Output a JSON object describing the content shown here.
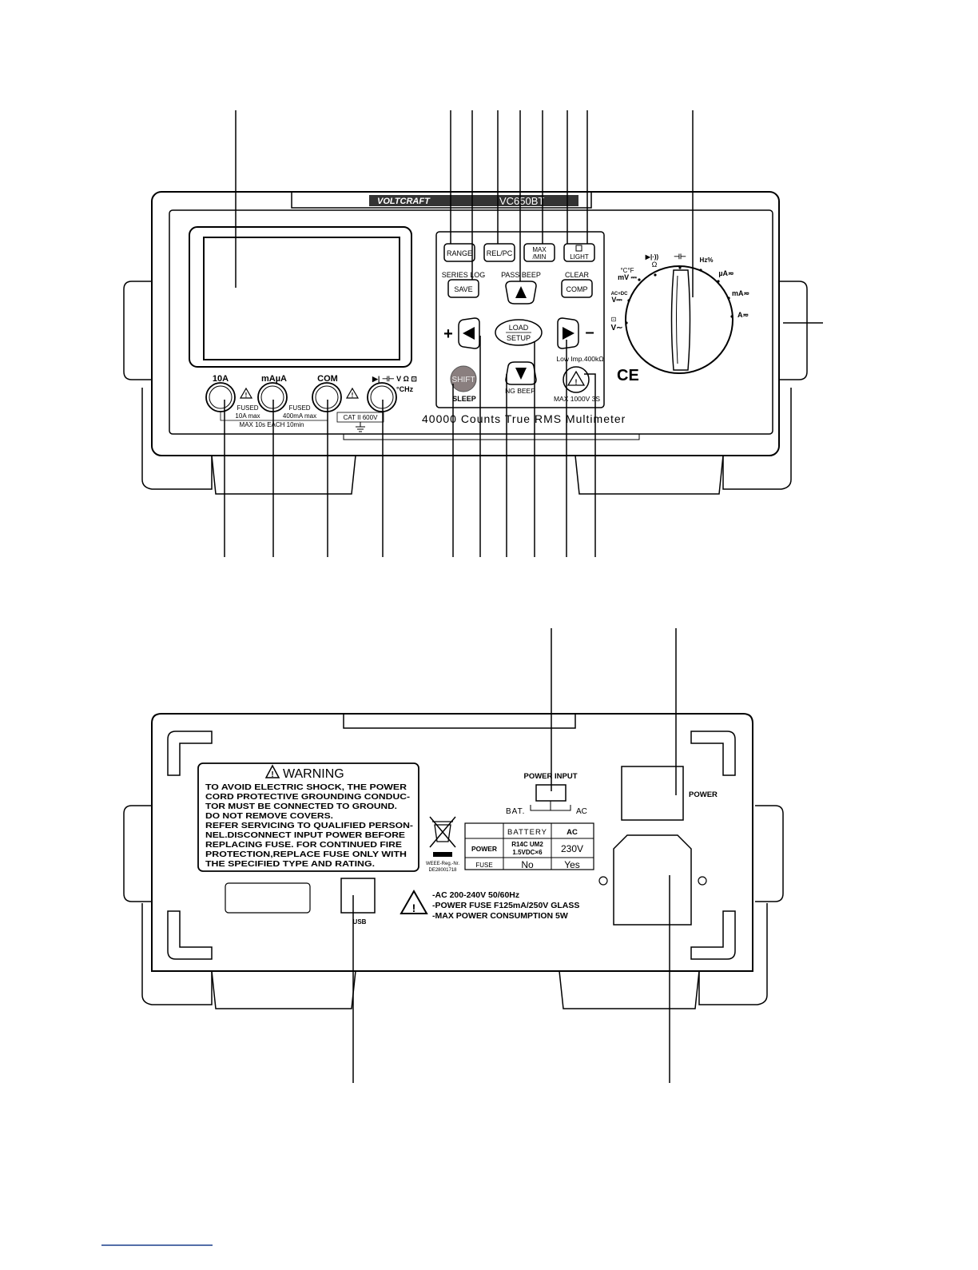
{
  "front_panel": {
    "brand": "VOLTCRAFT",
    "model": "VC650BT",
    "buttons": {
      "range": "RANGE",
      "rel_pc": "REL/PC",
      "max_min_1": "MAX",
      "max_min_2": "/MIN",
      "light": "LIGHT",
      "save": "SAVE",
      "comp": "COMP",
      "load": "LOAD",
      "setup": "SETUP",
      "shift": "SHIFT"
    },
    "labels": {
      "series_log": "SERIES LOG",
      "pass_beep": "PASS BEEP",
      "clear": "CLEAR",
      "plus": "+",
      "minus": "–",
      "sleep": "SLEEP",
      "ng_beep": "NG BEEP",
      "low_imp": "Low Imp.400kΩ",
      "max_1000v": "MAX 1000V 3S",
      "subtitle": "40000 Counts True RMS Multimeter"
    },
    "jacks": {
      "j10a": "10A",
      "jmaua": "mAµA",
      "jcom": "COM",
      "jvolt": "▶|  ⊣⊢ V Ω ⊡",
      "jvolt_sub": "°CHz",
      "fused_1": "FUSED",
      "fused_1b": "10A max",
      "fused_2": "FUSED",
      "fused_2b": "400mA max",
      "max_10s": "MAX 10s EACH 10min",
      "cat": "CAT II 600V"
    },
    "dial": {
      "diode": "▶|·))",
      "ohm": "Ω",
      "cap": "⊣⊢",
      "hz": "Hz%",
      "ua": "µA≂",
      "ma": "mA≂",
      "a": "A≂",
      "cf": "°C°F",
      "mv": "mV ⎓",
      "acdc": "AC+DC",
      "vdc": "V⎓",
      "lowz": "⊡",
      "vac": "V∼",
      "ce": "CE"
    }
  },
  "rear_panel": {
    "warning_title": "WARNING",
    "warning_lines": [
      "TO AVOID ELECTRIC SHOCK, THE POWER",
      "CORD PROTECTIVE GROUNDING CONDUC-",
      "TOR MUST BE CONNECTED TO GROUND.",
      "DO NOT REMOVE COVERS.",
      "REFER SERVICING TO QUALIFIED PERSON-",
      "NEL.DISCONNECT INPUT POWER BEFORE",
      "REPLACING  FUSE. FOR CONTINUED FIRE",
      "PROTECTION,REPLACE FUSE  ONLY  WITH",
      "THE  SPECIFIED  TYPE  AND  RATING."
    ],
    "power_input": "POWER INPUT",
    "bat": "BAT.",
    "ac": "AC",
    "power_label": "POWER",
    "usb": "USB",
    "weee_1": "WEEE-Reg.-Nr.",
    "weee_2": "DE28001718",
    "table": {
      "h_battery": "BATTERY",
      "h_ac": "AC",
      "r1_label": "POWER",
      "r1_bat_1": "R14C UM2",
      "r1_bat_2": "1.5VDC×6",
      "r1_ac": "230V",
      "r2_label": "FUSE",
      "r2_bat": "No",
      "r2_ac": "Yes"
    },
    "specs": [
      "-AC 200-240V   50/60Hz",
      "-POWER FUSE  F125mA/250V GLASS",
      "-MAX POWER  CONSUMPTION  5W"
    ]
  }
}
